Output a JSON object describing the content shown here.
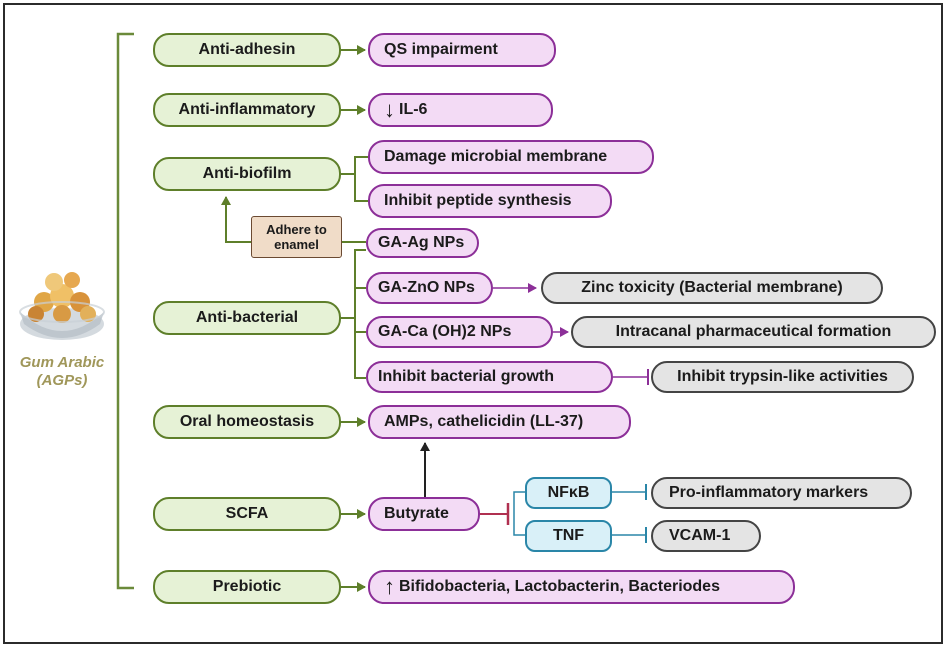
{
  "source": {
    "name_line1": "Gum Arabic",
    "name_line2": "(AGPs)",
    "icon": "gum-arabic-bowl"
  },
  "colors": {
    "green_fill": "#e6f2d6",
    "green_border": "#5e7f2a",
    "purple_fill": "#f3dbf5",
    "purple_border": "#8c2f98",
    "grey_fill": "#e4e4e4",
    "grey_border": "#444444",
    "blue_fill": "#d9f0f8",
    "blue_border": "#2a86a8",
    "tan_fill": "#f0dcc8",
    "tan_border": "#6b4a32"
  },
  "effects": {
    "anti_adhesin": "Anti-adhesin",
    "anti_inflammatory": "Anti-inflammatory",
    "anti_biofilm": "Anti-biofilm",
    "anti_bacterial": "Anti-bacterial",
    "oral_homeostasis": "Oral homeostasis",
    "scfa": "SCFA",
    "prebiotic": "Prebiotic"
  },
  "outcomes": {
    "qs_impairment": "QS impairment",
    "il6": "IL-6",
    "damage_membrane": "Damage microbial membrane",
    "inhibit_peptide": "Inhibit peptide synthesis",
    "ga_ag": "GA-Ag NPs",
    "ga_zno": "GA-ZnO NPs",
    "ga_ca": "GA-Ca (OH)2 NPs",
    "inhibit_growth": "Inhibit bacterial growth",
    "amps": "AMPs, cathelicidin (LL-37)",
    "butyrate": "Butyrate",
    "bacteria": "Bifidobacteria, Lactobacterin, Bacteriodes"
  },
  "adhere": {
    "line1": "Adhere to",
    "line2": "enamel"
  },
  "mediators": {
    "nfkb": "NFκB",
    "tnf": "TNF"
  },
  "terminal": {
    "zinc_toxicity": "Zinc toxicity (Bacterial membrane)",
    "intracanal": "Intracanal pharmaceutical formation",
    "trypsin": "Inhibit trypsin-like activities",
    "pro_inflammatory": "Pro-inflammatory markers",
    "vcam": "VCAM-1"
  }
}
